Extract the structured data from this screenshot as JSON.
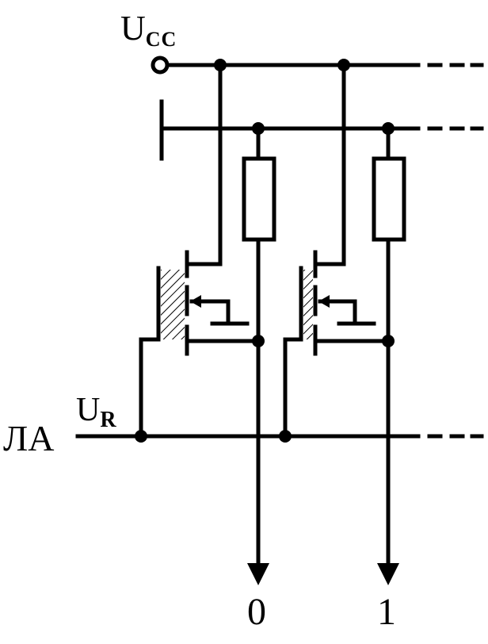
{
  "labels": {
    "supply_main": "U",
    "supply_sub": "CC",
    "ref_main": "U",
    "ref_sub": "R",
    "left_label": "ЛА",
    "out_0": "0",
    "out_1": "1"
  },
  "colors": {
    "line": "#000000",
    "background": "#ffffff"
  }
}
